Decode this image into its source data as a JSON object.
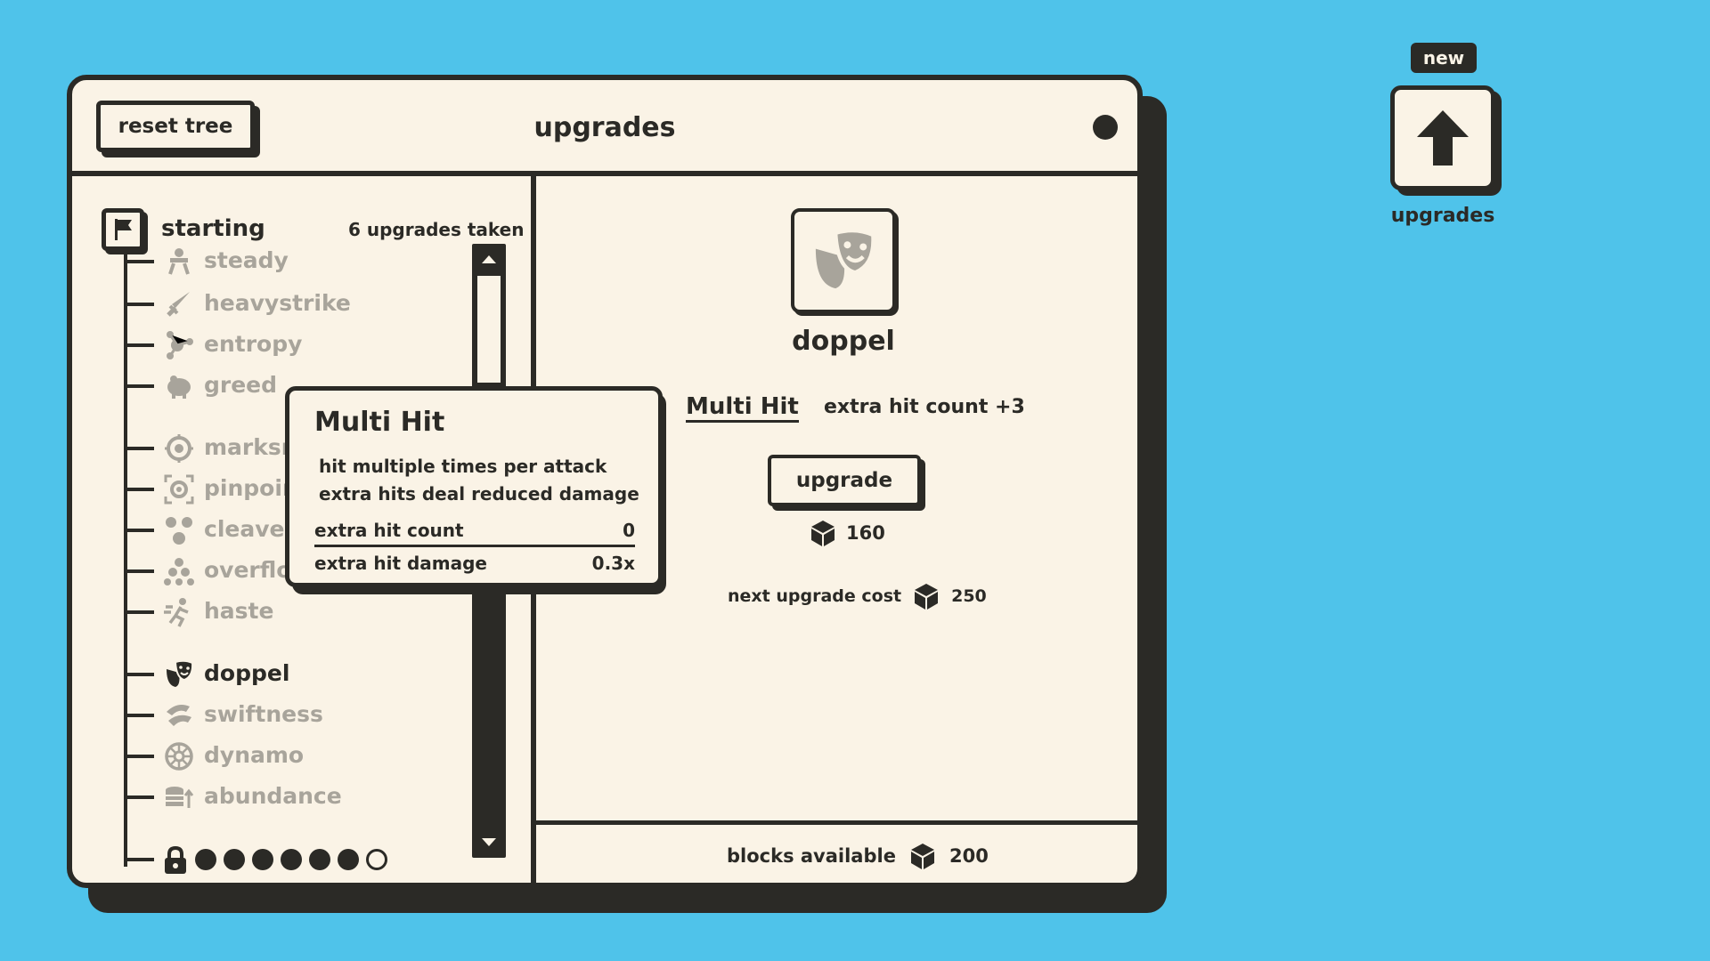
{
  "panel": {
    "title": "upgrades",
    "reset_label": "reset tree"
  },
  "tree": {
    "root_label": "starting",
    "taken_label": "6 upgrades taken",
    "nodes": [
      {
        "label": "steady",
        "icon": "steady-icon"
      },
      {
        "label": "heavystrike",
        "icon": "sword-icon"
      },
      {
        "label": "entropy",
        "icon": "molecule-icon"
      },
      {
        "label": "greed",
        "icon": "piggy-bank-icon"
      },
      {
        "label": "marksm",
        "icon": "target-icon"
      },
      {
        "label": "pinpoin",
        "icon": "focus-icon"
      },
      {
        "label": "cleave",
        "icon": "cleave-icon"
      },
      {
        "label": "overflo",
        "icon": "stack-icon"
      },
      {
        "label": "haste",
        "icon": "runner-icon"
      },
      {
        "label": "doppel",
        "icon": "masks-icon",
        "active": true
      },
      {
        "label": "swiftness",
        "icon": "swift-icon"
      },
      {
        "label": "dynamo",
        "icon": "wheel-icon"
      },
      {
        "label": "abundance",
        "icon": "coins-icon"
      }
    ],
    "locked_pips_filled": 6,
    "locked_pips_total": 7
  },
  "tooltip": {
    "title": "Multi Hit",
    "desc_line1": "hit multiple times per attack",
    "desc_line2": "extra hits deal reduced damage",
    "rows": [
      {
        "label": "extra hit count",
        "value": "0"
      },
      {
        "label": "extra hit damage",
        "value": "0.3x"
      }
    ]
  },
  "detail": {
    "name": "doppel",
    "stat_name": "Multi Hit",
    "stat_effect": "extra hit count +3",
    "upgrade_label": "upgrade",
    "cost": "160",
    "next_cost_label": "next upgrade cost",
    "next_cost": "250",
    "blocks_label": "blocks available",
    "blocks": "200"
  },
  "side_button": {
    "badge": "new",
    "label": "upgrades"
  },
  "colors": {
    "background": "#4fc3ea",
    "cream": "#faf3e6",
    "ink": "#2b2a26",
    "muted": "#a8a49b"
  }
}
